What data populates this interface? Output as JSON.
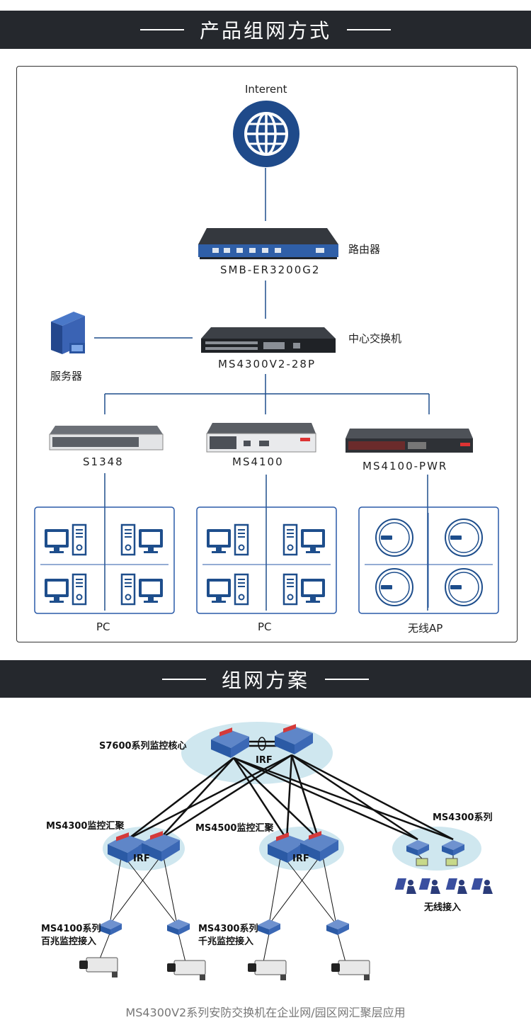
{
  "section1": {
    "title": "产品组网方式",
    "internet_label": "Interent",
    "router": {
      "model": "SMB-ER3200G2",
      "role": "路由器"
    },
    "core_switch": {
      "model": "MS4300V2-28P",
      "role": "中心交换机"
    },
    "server_label": "服务器",
    "access_switches": [
      {
        "model": "S1348",
        "group_label": "PC"
      },
      {
        "model": "MS4100",
        "group_label": "PC"
      },
      {
        "model": "MS4100-PWR",
        "group_label": "无线AP"
      }
    ]
  },
  "section2": {
    "title": "组网方案",
    "core_label": "S7600系列监控核心",
    "irf_label": "IRF",
    "agg_left_label": "MS4300监控汇聚",
    "agg_mid_label": "MS4500监控汇聚",
    "ms4300_series_label": "MS4300系列",
    "wireless_label": "无线接入",
    "access_left_line1": "MS4100系列",
    "access_left_line2": "百兆监控接入",
    "access_mid_line1": "MS4300系列",
    "access_mid_line2": "千兆监控接入",
    "caption": "MS4300V2系列安防交换机在企业网/园区网汇聚层应用"
  },
  "colors": {
    "banner_bg": "#25282d",
    "line_blue": "#1e4e8c",
    "globe_blue": "#1f4a8a",
    "ellipse_blue": "#cfe7ef",
    "switch_blue": "#2f5fa8"
  }
}
